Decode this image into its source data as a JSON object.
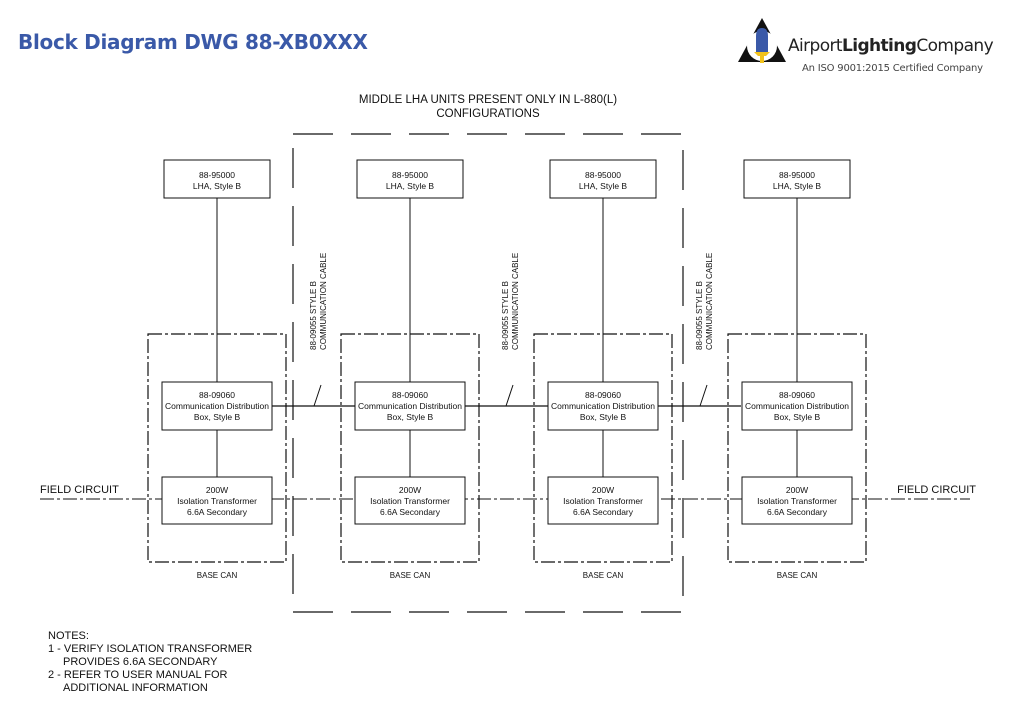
{
  "header": {
    "title": "Block Diagram DWG 88-XB0XXX",
    "logo": {
      "icon": "airport-lighting-lamp-icon",
      "name_part1": "Airport",
      "name_part2": "Lighting",
      "name_part3": "Company",
      "tagline": "An ISO 9001:2015 Certified Company",
      "colors": {
        "lamp": "#3a59a8",
        "base": "#f2c21b",
        "frame": "#111111"
      }
    }
  },
  "diagram": {
    "middle_region_label_line1": "MIDDLE LHA UNITS PRESENT ONLY IN L-880(L)",
    "middle_region_label_line2": "CONFIGURATIONS",
    "field_circuit_left": "FIELD CIRCUIT",
    "field_circuit_right": "FIELD CIRCUIT",
    "units": [
      {
        "lha": {
          "line1": "88-95000",
          "line2": "LHA, Style B"
        },
        "cdb": {
          "line1": "88-09060",
          "line2": "Communication Distribution",
          "line3": "Box, Style B"
        },
        "transformer": {
          "line1": "200W",
          "line2": "Isolation Transformer",
          "line3": "6.6A Secondary"
        },
        "base_can": "BASE CAN"
      },
      {
        "lha": {
          "line1": "88-95000",
          "line2": "LHA, Style B"
        },
        "cdb": {
          "line1": "88-09060",
          "line2": "Communication Distribution",
          "line3": "Box, Style B"
        },
        "transformer": {
          "line1": "200W",
          "line2": "Isolation Transformer",
          "line3": "6.6A Secondary"
        },
        "base_can": "BASE CAN"
      },
      {
        "lha": {
          "line1": "88-95000",
          "line2": "LHA, Style B"
        },
        "cdb": {
          "line1": "88-09060",
          "line2": "Communication Distribution",
          "line3": "Box, Style B"
        },
        "transformer": {
          "line1": "200W",
          "line2": "Isolation Transformer",
          "line3": "6.6A Secondary"
        },
        "base_can": "BASE CAN"
      },
      {
        "lha": {
          "line1": "88-95000",
          "line2": "LHA, Style B"
        },
        "cdb": {
          "line1": "88-09060",
          "line2": "Communication Distribution",
          "line3": "Box, Style B"
        },
        "transformer": {
          "line1": "200W",
          "line2": "Isolation Transformer",
          "line3": "6.6A Secondary"
        },
        "base_can": "BASE CAN"
      }
    ],
    "cables": [
      {
        "line1": "88-09055 STYLE B",
        "line2": "COMMUNICATION CABLE"
      },
      {
        "line1": "88-09055 STYLE B",
        "line2": "COMMUNICATION CABLE"
      },
      {
        "line1": "88-09055 STYLE B",
        "line2": "COMMUNICATION CABLE"
      }
    ]
  },
  "notes": {
    "heading": "NOTES:",
    "items": [
      {
        "line1": "1 - VERIFY ISOLATION TRANSFORMER",
        "line2": "PROVIDES 6.6A SECONDARY"
      },
      {
        "line1": "2 - REFER TO USER MANUAL FOR",
        "line2": "ADDITIONAL INFORMATION"
      }
    ]
  }
}
